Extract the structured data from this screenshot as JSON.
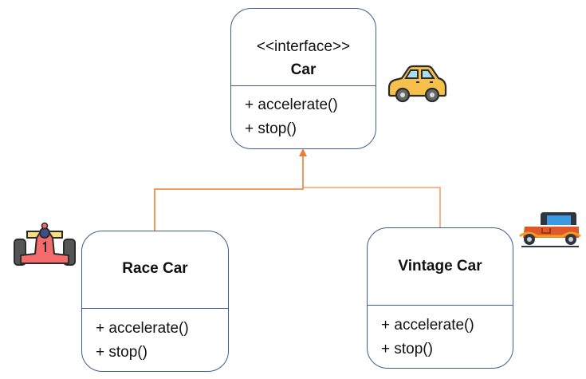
{
  "diagram": {
    "type": "uml-class-diagram",
    "colors": {
      "box_border": "#3a5f8f",
      "connector": "#ed7d31"
    },
    "classes": [
      {
        "id": "car",
        "stereotype": "<<interface>>",
        "name": "Car",
        "methods": [
          "+ accelerate()",
          "+ stop()"
        ],
        "icon": "yellow-car-icon"
      },
      {
        "id": "race-car",
        "name": "Race Car",
        "methods": [
          "+ accelerate()",
          "+ stop()"
        ],
        "icon": "race-car-icon"
      },
      {
        "id": "vintage-car",
        "name": "Vintage Car",
        "methods": [
          "+ accelerate()",
          "+ stop()"
        ],
        "icon": "vintage-car-icon"
      }
    ],
    "relationships": [
      {
        "from": "race-car",
        "to": "car",
        "type": "realization"
      },
      {
        "from": "vintage-car",
        "to": "car",
        "type": "realization"
      }
    ]
  }
}
